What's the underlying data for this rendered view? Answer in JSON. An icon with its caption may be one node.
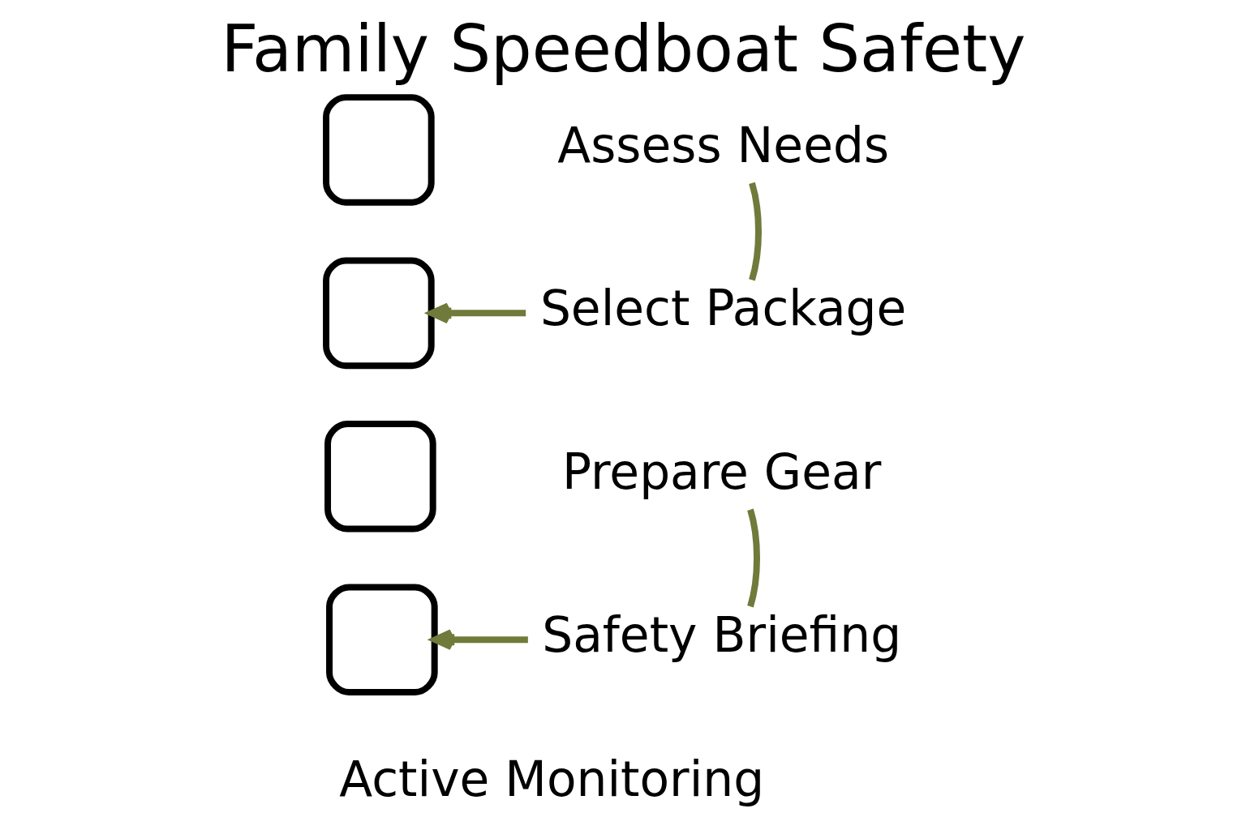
{
  "diagram": {
    "title": "Family Speedboat Safety",
    "nodes": [
      {
        "text": [],
        "shape": "box"
      },
      {
        "text": [
          "Assess Needs"
        ]
      },
      {
        "text": [],
        "shape": "box"
      },
      {
        "text": [
          "Select Package"
        ]
      },
      {
        "text": [],
        "shape": "box"
      },
      {
        "text": [
          "Prepare Gear"
        ]
      },
      {
        "text": [],
        "shape": "box"
      },
      {
        "text": [
          "Safety Briefing"
        ]
      },
      {
        "text": [
          "Active Monitoring"
        ]
      }
    ],
    "edges": [
      {
        "from": 1,
        "to": 3,
        "arrow": "none"
      },
      {
        "from": 3,
        "to": 2,
        "arrow": "to"
      },
      {
        "from": 5,
        "to": 7,
        "arrow": "none"
      },
      {
        "from": 7,
        "to": 6,
        "arrow": "to"
      }
    ]
  }
}
